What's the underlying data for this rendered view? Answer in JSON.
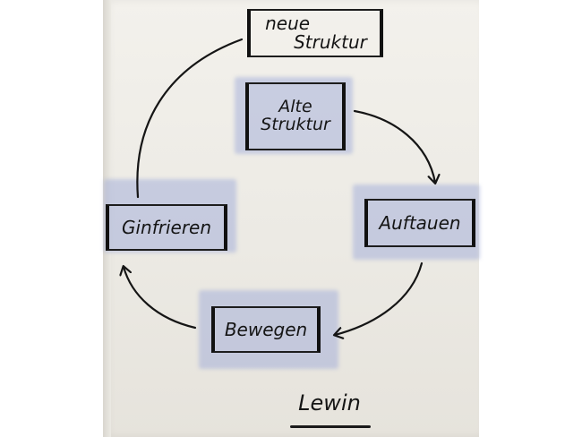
{
  "diagram": {
    "nodes": {
      "neue_struktur": {
        "line1": "neue",
        "line2": "Struktur"
      },
      "alte_struktur": {
        "line1": "Alte",
        "line2": "Struktur"
      },
      "auftauen": {
        "label": "Auftauen"
      },
      "bewegen": {
        "label": "Bewegen"
      },
      "einfrieren": {
        "label": "Ginfrieren"
      }
    },
    "author": "Lewin",
    "colors": {
      "marker": "#151515",
      "highlight": "#98a6d8",
      "paper": "#efede8"
    }
  }
}
